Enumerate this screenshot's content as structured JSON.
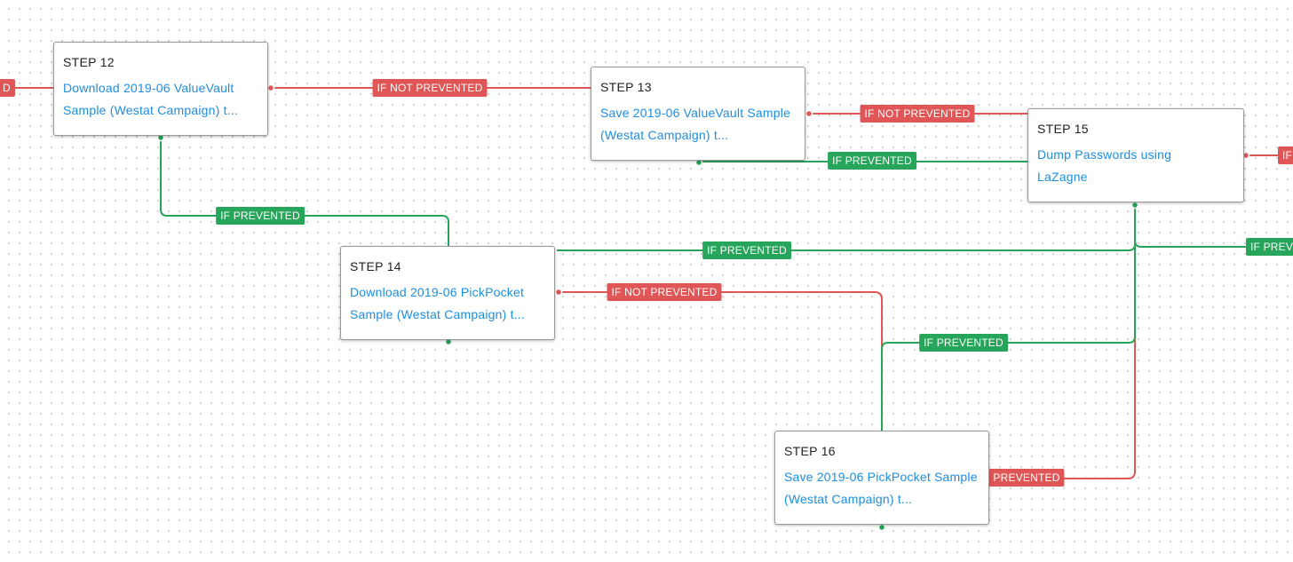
{
  "colors": {
    "prevented": "#27a55a",
    "not_prevented": "#e05555",
    "step_link": "#1e8ee0",
    "canvas_dot": "#c9c9c9"
  },
  "steps": [
    {
      "id": "step-12",
      "title": "STEP 12",
      "description": "Download 2019-06 ValueVault Sample (Westat Campaign) t..."
    },
    {
      "id": "step-13",
      "title": "STEP 13",
      "description": "Save 2019-06 ValueVault Sample (Westat Campaign) t..."
    },
    {
      "id": "step-14",
      "title": "STEP 14",
      "description": "Download 2019-06 PickPocket Sample (Westat Campaign) t..."
    },
    {
      "id": "step-15",
      "title": "STEP 15",
      "description": "Dump Passwords using LaZagne"
    },
    {
      "id": "step-16",
      "title": "STEP 16",
      "description": "Save 2019-06 PickPocket Sample (Westat Campaign) t..."
    }
  ],
  "edge_labels": {
    "offscreen_left": "D",
    "s12_to_s13": "IF NOT PREVENTED",
    "s13_to_s15": "IF NOT PREVENTED",
    "s13_to_s15_prevented": "IF PREVENTED",
    "s15_offscreen_right": "IF",
    "s12_to_s14": "IF PREVENTED",
    "s14_to_s15": "IF PREVENTED",
    "s15_right_prevented": "IF PREV",
    "s14_to_s16": "IF NOT PREVENTED",
    "s16_to_s15": "IF PREVENTED",
    "s16_not_prevented": "PREVENTED"
  }
}
